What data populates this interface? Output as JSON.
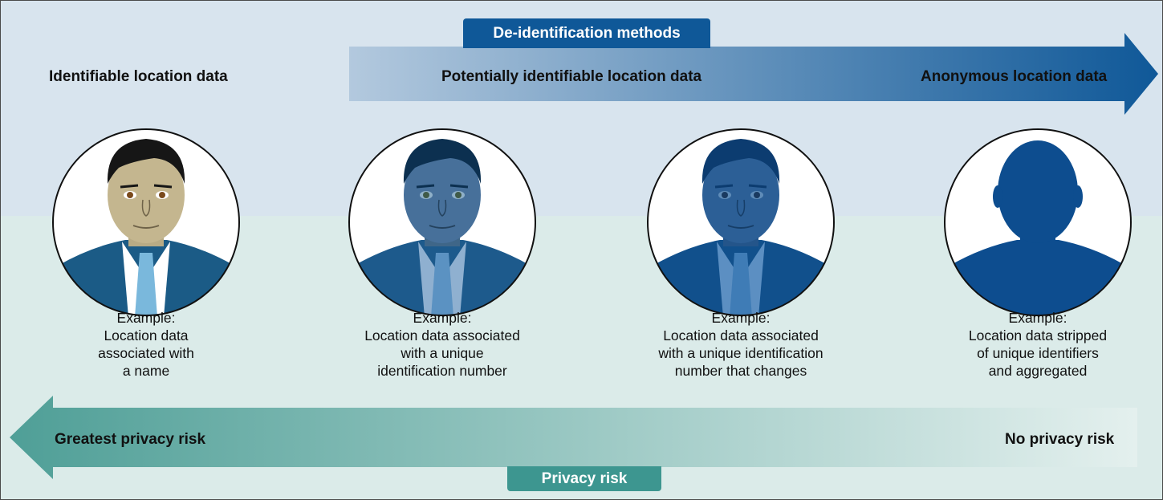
{
  "methods_tab": "De-identification methods",
  "risk_tab": "Privacy risk",
  "categories": [
    "Identifiable location data",
    "Potentially identifiable location data",
    "Anonymous location data"
  ],
  "risk_labels": {
    "left": "Greatest privacy risk",
    "right": "No privacy risk"
  },
  "examples": [
    [
      "Example:",
      "Location data",
      "associated with",
      "a name"
    ],
    [
      "Example:",
      "Location data associated",
      "with a unique",
      "identification number"
    ],
    [
      "Example:",
      "Location data associated",
      "with a unique identification",
      "number that changes"
    ],
    [
      "Example:",
      "Location data stripped",
      "of unique identifiers",
      "and aggregated"
    ]
  ],
  "colors": {
    "methods_arrow_start": "#b3c9de",
    "methods_arrow_end": "#0f5898",
    "risk_arrow_start": "#4f9f97",
    "risk_arrow_end": "#e0eeeb",
    "silhouette": "#0d4d8f"
  }
}
